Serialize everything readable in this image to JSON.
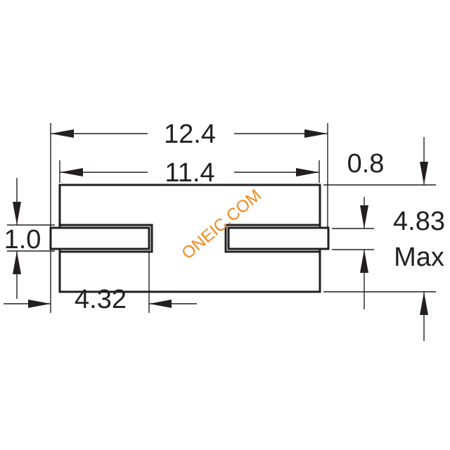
{
  "dimensions": {
    "overall_length": "12.4",
    "body_length": "11.4",
    "terminal_offset": "0.8",
    "height_value": "4.83",
    "height_qualifier": "Max",
    "terminal_thickness": "1.0",
    "terminal_length": "4.32"
  },
  "watermark": "ONEIC.COM",
  "colors": {
    "line": "#231f20",
    "watermark": "#f08a1c"
  }
}
